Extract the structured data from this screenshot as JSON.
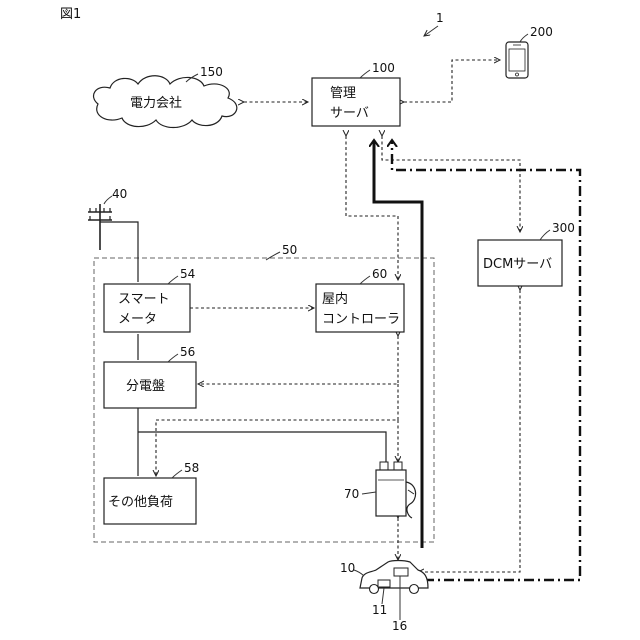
{
  "figure_label": "図1",
  "system_ref": "1",
  "nodes": {
    "server": {
      "ref": "100",
      "line1": "管理",
      "line2": "サーバ"
    },
    "power_company": {
      "ref": "150",
      "label": "電力会社"
    },
    "smartphone": {
      "ref": "200"
    },
    "dcm_server": {
      "ref": "300",
      "label": "DCMサーバ"
    },
    "utility_pole": {
      "ref": "40"
    },
    "house": {
      "ref": "50"
    },
    "smart_meter": {
      "ref": "54",
      "line1": "スマート",
      "line2": "メータ"
    },
    "indoor_controller": {
      "ref": "60",
      "line1": "屋内",
      "line2": "コントローラ"
    },
    "distribution_board": {
      "ref": "56",
      "label": "分電盤"
    },
    "other_loads": {
      "ref": "58",
      "label": "その他負荷"
    },
    "charger": {
      "ref": "70"
    },
    "vehicle": {
      "ref": "10"
    },
    "battery": {
      "ref": "11"
    },
    "vehicle_unit": {
      "ref": "16"
    }
  }
}
